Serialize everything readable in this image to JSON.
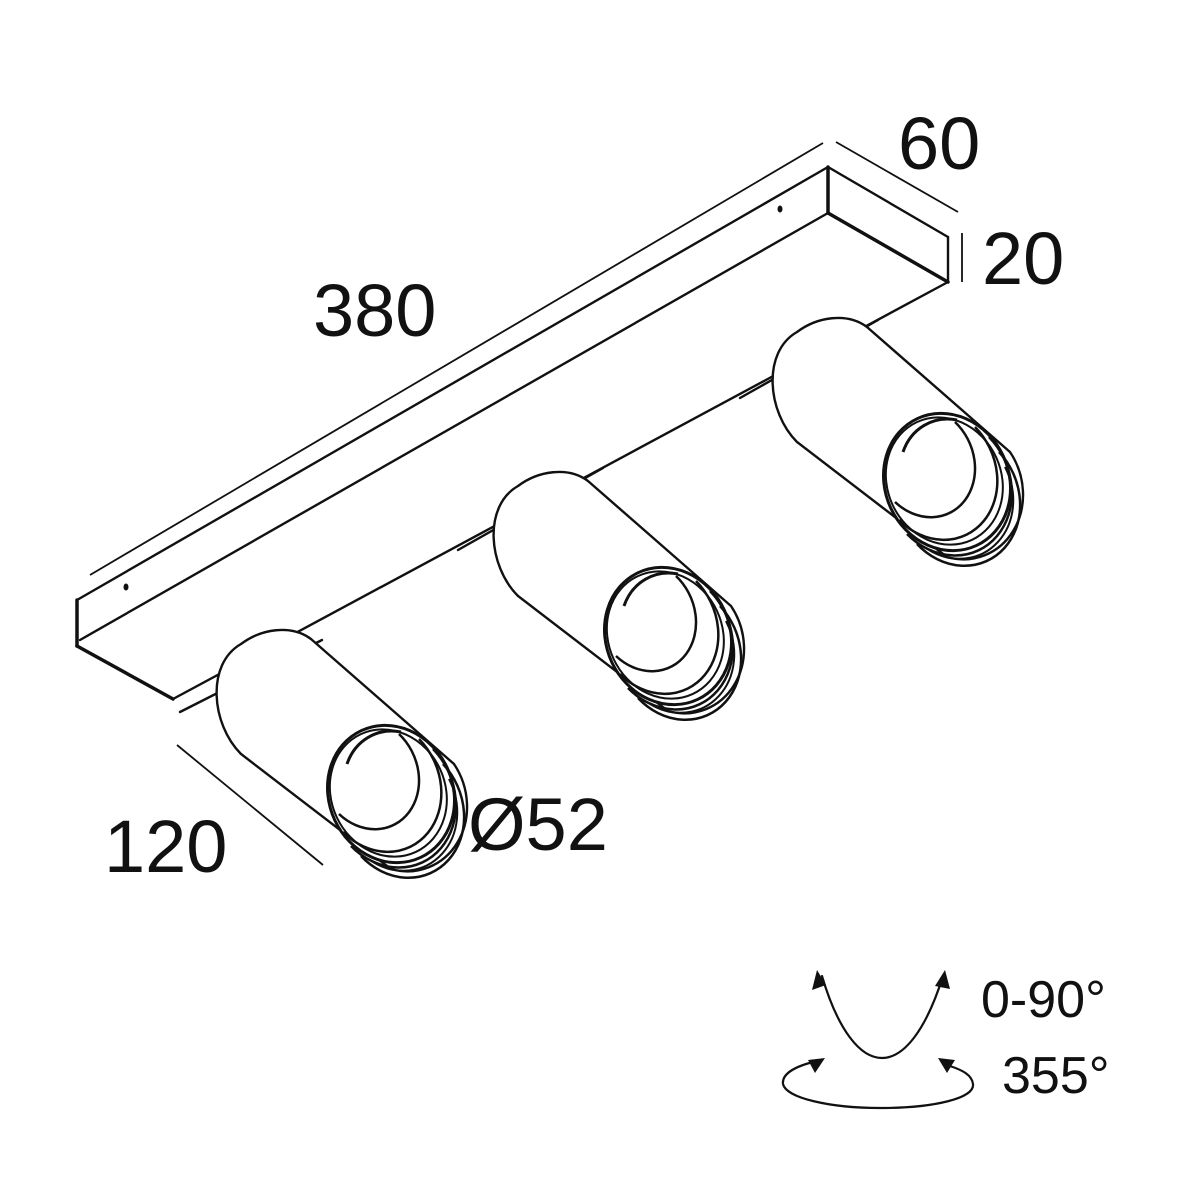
{
  "diagram": {
    "type": "technical-dimension-drawing",
    "subject": "ceiling-mounted triple spotlight on rectangular base plate",
    "colors": {
      "line": "#111111",
      "background": "#ffffff"
    },
    "dimensions": {
      "length": "380",
      "depth": "60",
      "height": "20",
      "spot_length": "120",
      "spot_diameter": "Ø52"
    },
    "rotation": {
      "tilt": "0-90°",
      "pan": "355°"
    },
    "spot_count": 3
  }
}
